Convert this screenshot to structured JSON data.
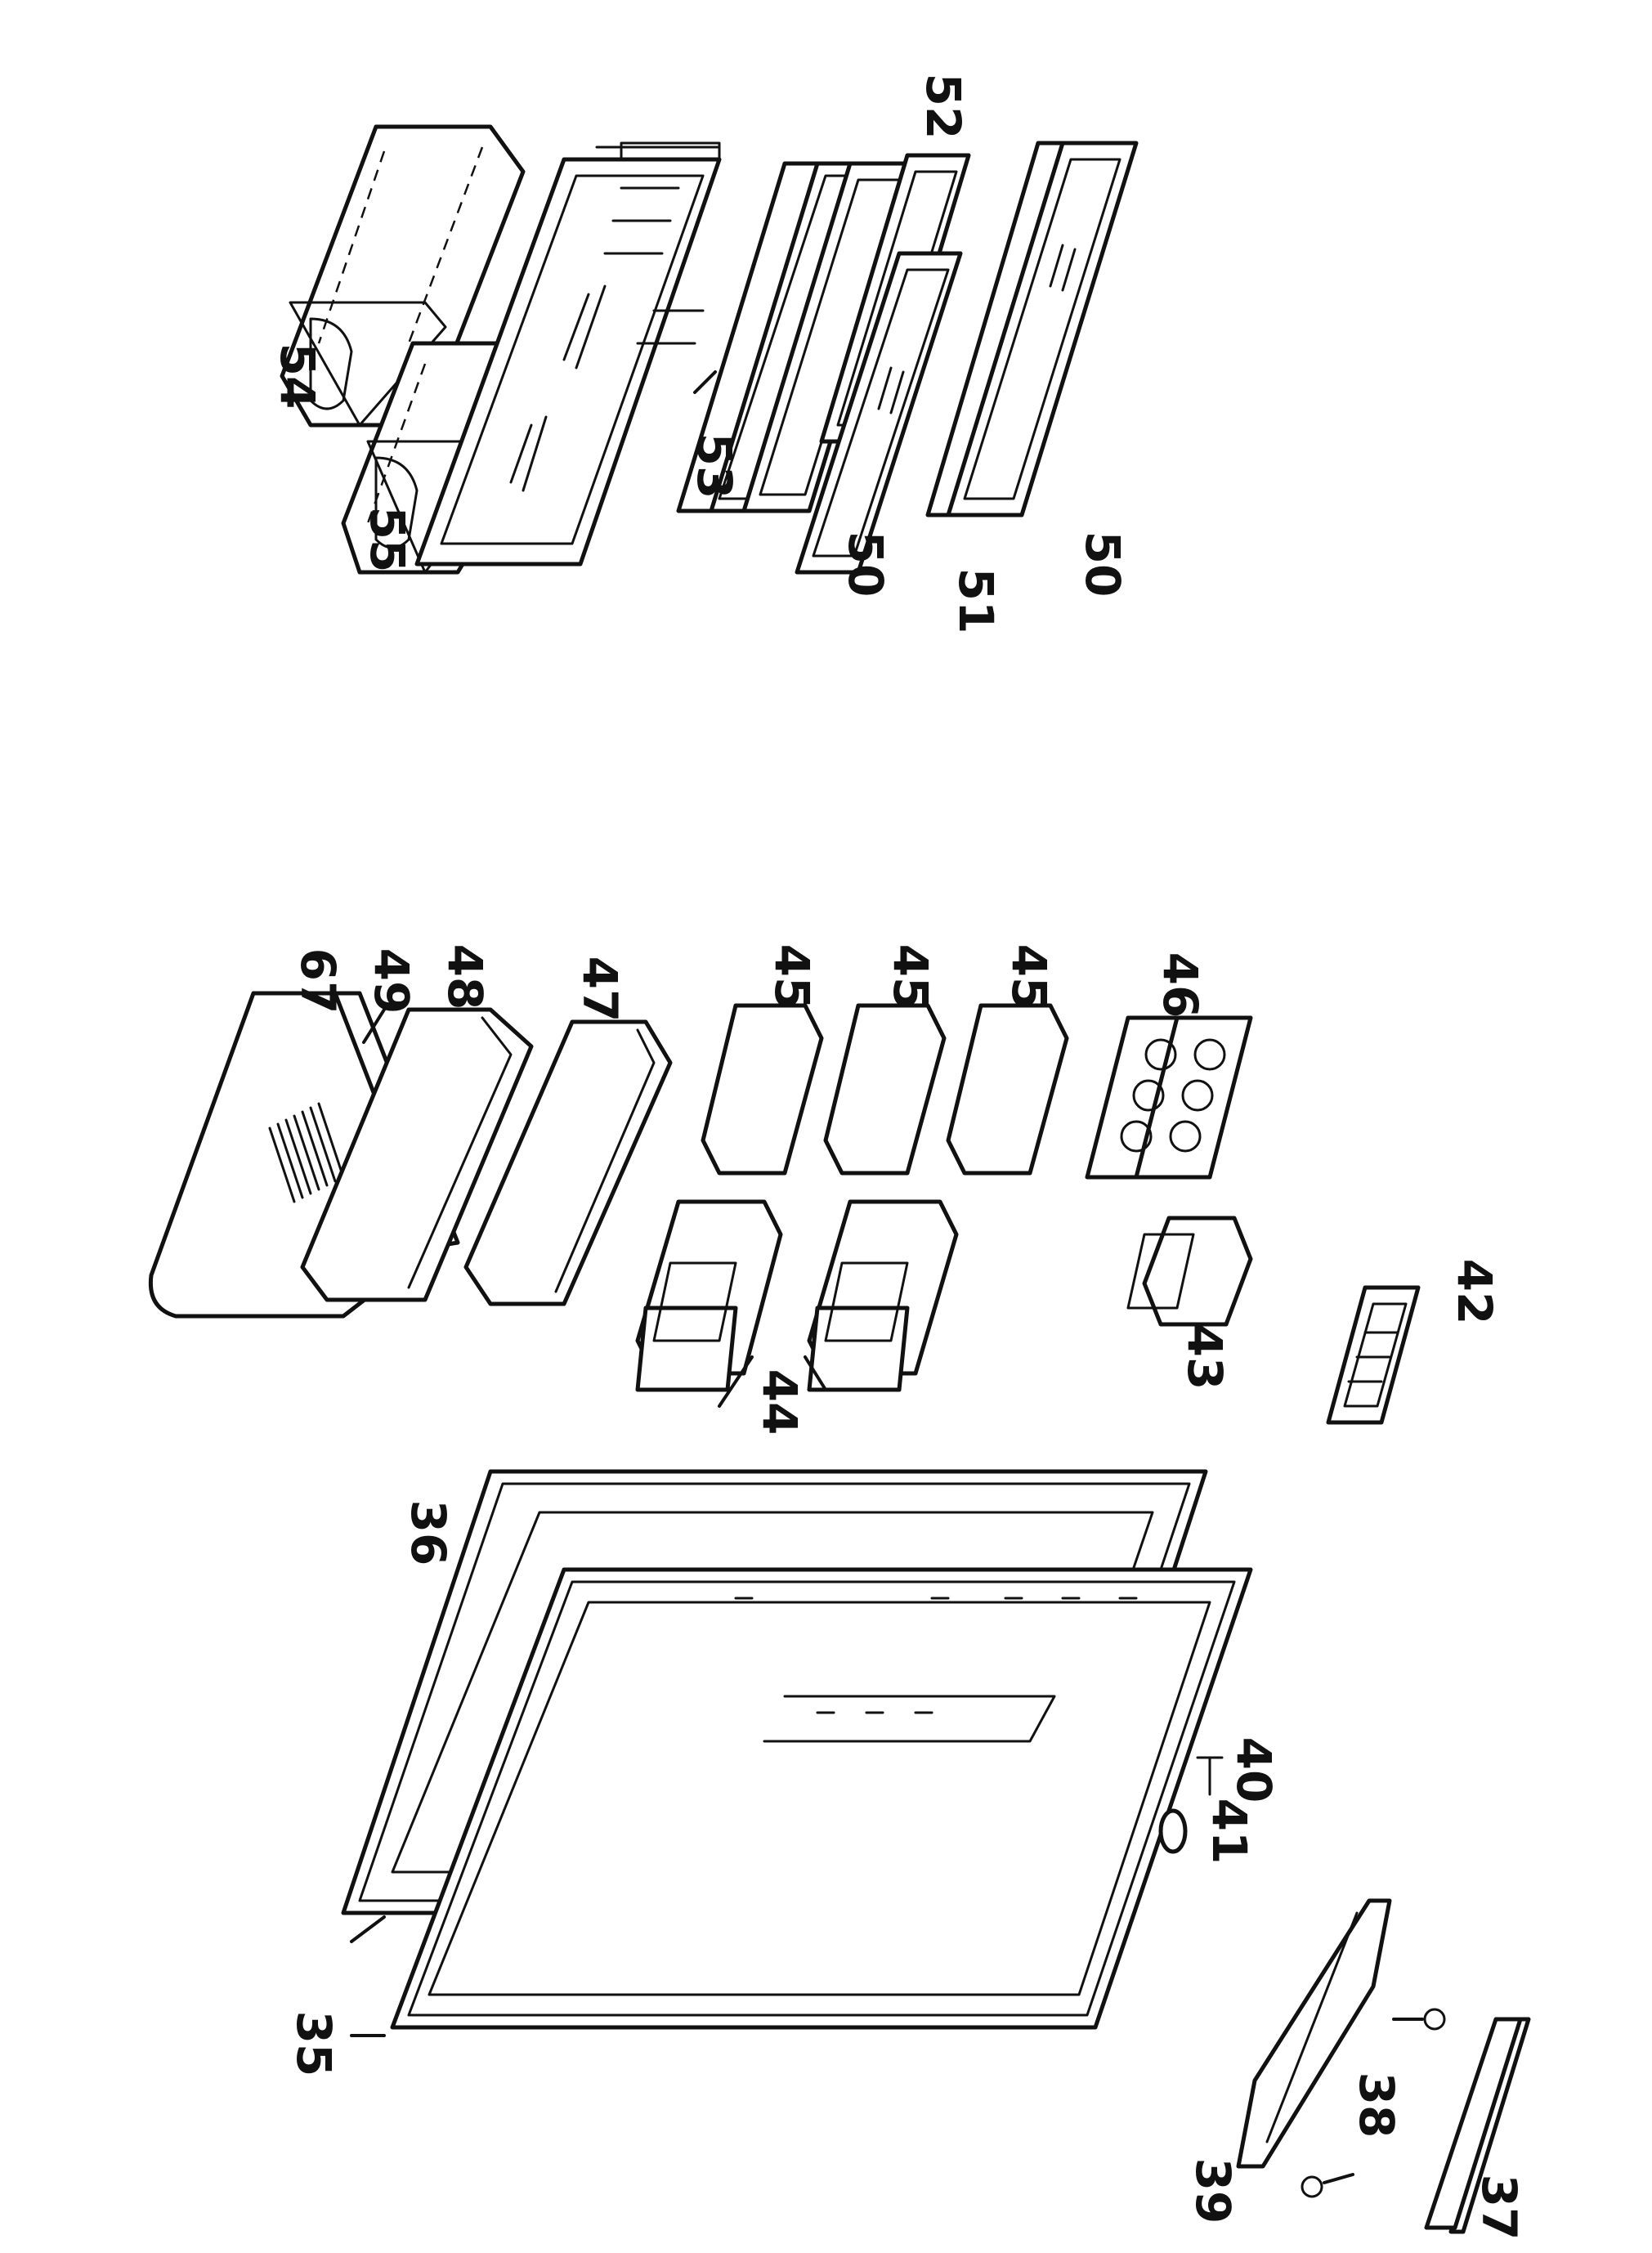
{
  "diagram": {
    "callouts": {
      "c35": "35",
      "c36": "36",
      "c37": "37",
      "c38": "38",
      "c39": "39",
      "c40": "40",
      "c41": "41",
      "c42": "42",
      "c43": "43",
      "c44": "44",
      "c45a": "45",
      "c45b": "45",
      "c45c": "45",
      "c46": "46",
      "c47": "47",
      "c48": "48",
      "c49": "49",
      "c50a": "50",
      "c50b": "50",
      "c51": "51",
      "c52": "52",
      "c53": "53",
      "c54": "54",
      "c55": "55",
      "c67": "67"
    }
  }
}
